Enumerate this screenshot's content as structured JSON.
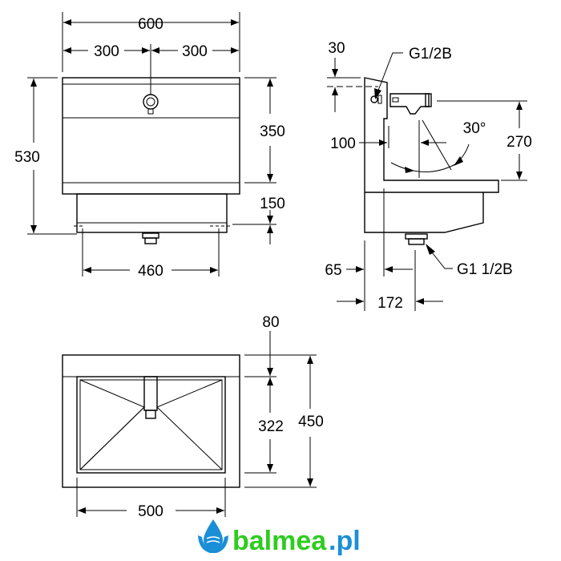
{
  "front_view": {
    "width_total": "600",
    "half_left": "300",
    "half_right": "300",
    "height_total": "530",
    "upper_height": "350",
    "lower_height": "150",
    "bottom_width": "460"
  },
  "side_view": {
    "offset_top": "30",
    "inlet_thread": "G1/2B",
    "wall_distance": "100",
    "angle": "30°",
    "spout_height": "270",
    "drain_offset": "65",
    "drain_thread": "G1 1/2B",
    "drain_distance": "172"
  },
  "top_view": {
    "rim_depth": "80",
    "bowl_depth": "322",
    "total_depth": "450",
    "bowl_width": "500"
  },
  "logo": {
    "text_main": "balmea",
    "text_suffix": ".pl",
    "color_main": "#2ecc1f",
    "color_suffix": "#1a8fd8"
  }
}
